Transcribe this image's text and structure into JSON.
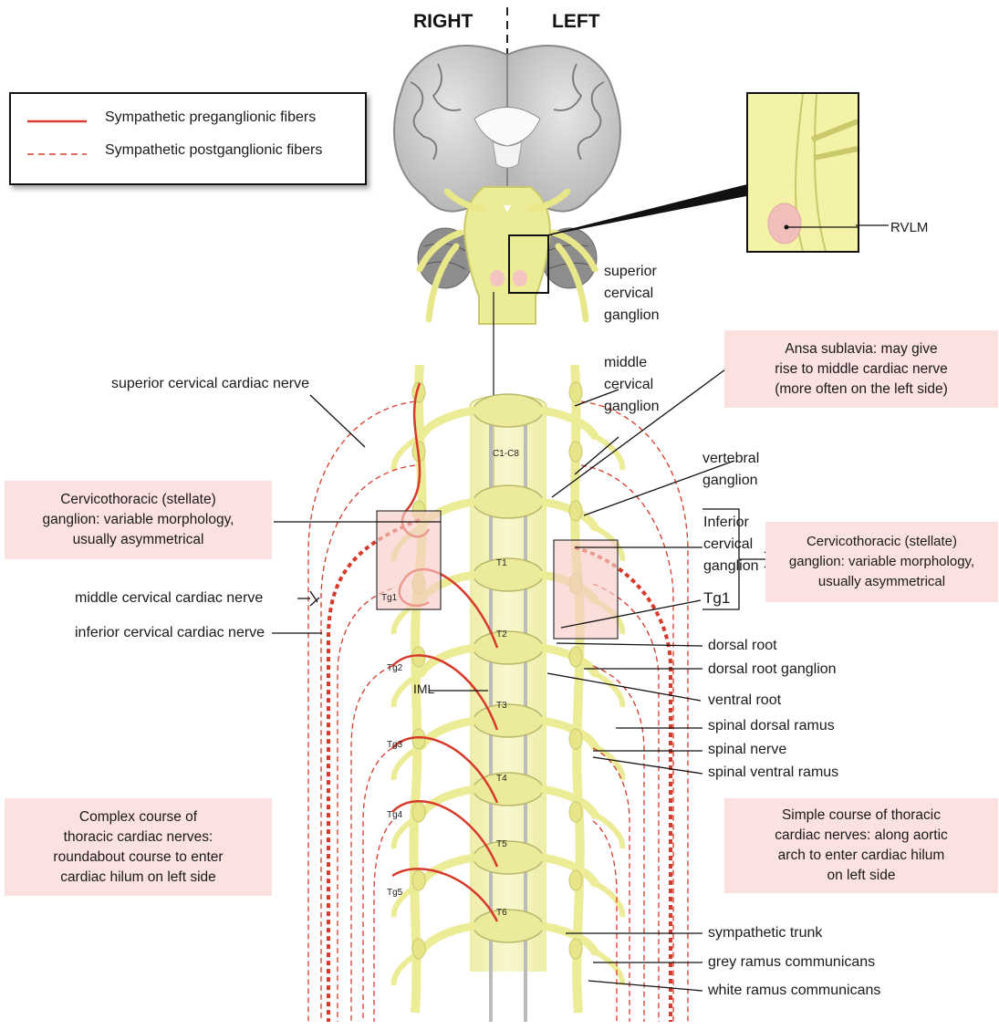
{
  "header": {
    "right": "RIGHT",
    "left": "LEFT"
  },
  "legend": {
    "preganglionic": "Sympathetic preganglionic fibers",
    "postganglionic": "Sympathetic postganglionic fibers"
  },
  "inset_label": "RVLM",
  "labels": {
    "superior_cervical_ganglion": "superior\ncervical\nganglion",
    "middle_cervical_ganglion": "middle\ncervical\nganglion",
    "vertebral_ganglion": "vertebral\nganglion",
    "inferior_cervical_ganglion": "Inferior\ncervical\nganglion",
    "tg1_right": "Tg1",
    "dorsal_root": "dorsal root",
    "dorsal_root_ganglion": "dorsal root ganglion",
    "ventral_root": "ventral root",
    "spinal_dorsal_ramus": "spinal dorsal ramus",
    "spinal_nerve": "spinal nerve",
    "spinal_ventral_ramus": "spinal ventral ramus",
    "sympathetic_trunk": "sympathetic trunk",
    "grey_ramus": "grey ramus communicans",
    "white_ramus": "white ramus communicans",
    "superior_cervical_cardiac_nerve": "superior cervical cardiac nerve",
    "middle_cervical_cardiac_nerve": "middle cervical cardiac nerve",
    "inferior_cervical_cardiac_nerve": "inferior  cervical cardiac nerve",
    "iml": "IML"
  },
  "boxes": {
    "ansa": "Ansa sublavia: may give\nrise to middle cardiac nerve\n(more often on the left side)",
    "stellate_left": "Cervicothoracic (stellate)\nganglion: variable morphology,\nusually asymmetrical",
    "stellate_right": "Cervicothoracic (stellate)\nganglion: variable morphology,\nusually asymmetrical",
    "complex": "Complex course of\nthoracic cardiac nerves:\nroundabout course to enter\ncardiac hilum on left side",
    "simple": "Simple course of thoracic\ncardiac nerves: along aortic\narch to enter cardiac hilum\non left side"
  },
  "segments": [
    "C1-C8",
    "T1",
    "T2",
    "T3",
    "T4",
    "T5",
    "T6"
  ],
  "trunk_ganglia": [
    "Tg1",
    "Tg2",
    "Tg3",
    "Tg4",
    "Tg5"
  ],
  "colors": {
    "nerve_yellow": "#f1f0a0",
    "nerve_outline": "#c9c86a",
    "fiber_red": "#d63a2a",
    "box_pink": "#fbe1e0",
    "brain_grey": "#9a9a9a"
  }
}
